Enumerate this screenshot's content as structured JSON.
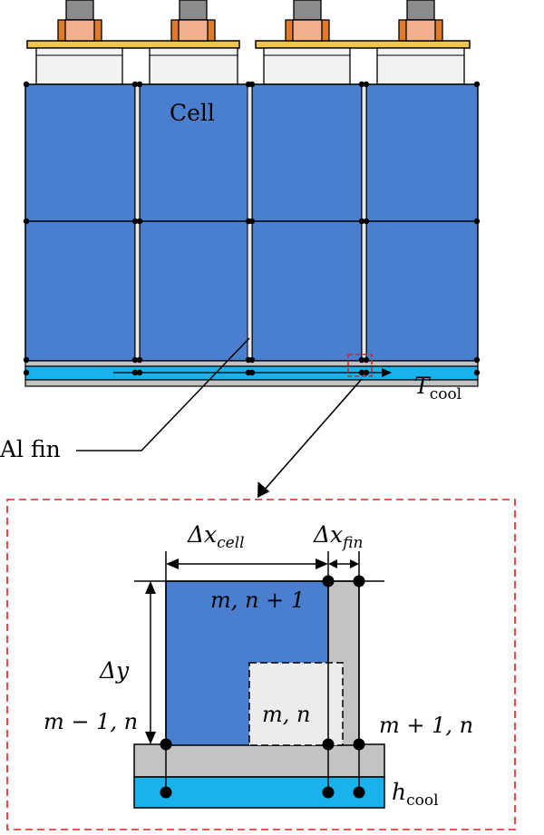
{
  "labels": {
    "cell": "Cell",
    "al_fin": "Al fin",
    "t_cool_main": "T",
    "t_cool_sub": "cool",
    "dx_cell_main": "Δx",
    "dx_cell_sub": "cell",
    "dx_fin_main": "Δx",
    "dx_fin_sub": "fin",
    "dy": "Δy",
    "node_top": "m, n + 1",
    "node_center": "m, n",
    "node_left": "m − 1, n",
    "node_right": "m + 1, n",
    "h_cool_main": "h",
    "h_cool_sub": "cool"
  },
  "colors": {
    "cell_blue": "#4a7fd0",
    "coolant_cyan": "#1ab2ec",
    "fin_gray": "#c3c3c3",
    "terminal_orange": "#e07b2c",
    "terminal_peach": "#f2b090",
    "busbar_yellow": "#f0c64a",
    "bolt_gray": "#8b8b8b",
    "highlight_red": "#e0201f"
  }
}
